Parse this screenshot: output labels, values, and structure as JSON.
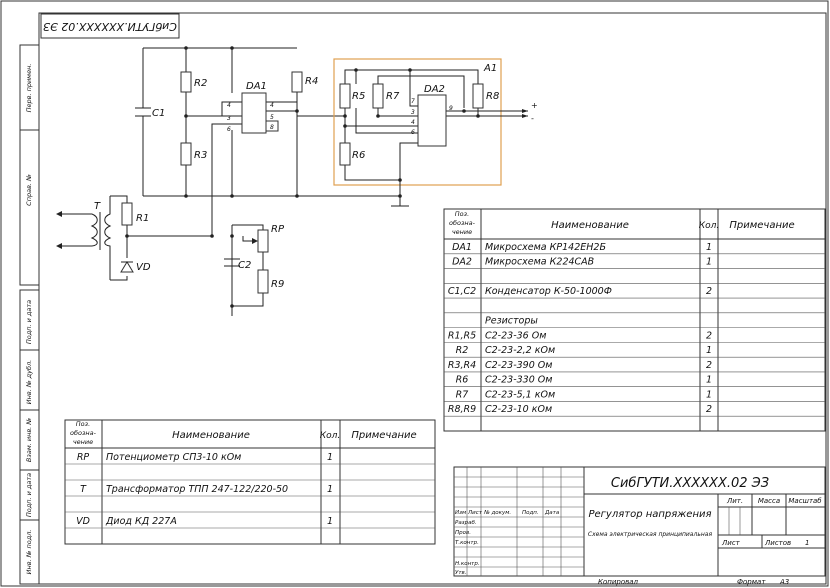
{
  "stamp": "СибГУТИ.ХХХХХХ.02 ЭЗ",
  "side_labels": [
    "Перв. примен.",
    "Справ. №",
    "Подп. и дата",
    "Инв. № дубл.",
    "Взам. инв. №",
    "Подп. и дата",
    "Инв. № подл."
  ],
  "circuit": {
    "labels": {
      "r1": "R1",
      "r2": "R2",
      "r3": "R3",
      "r4": "R4",
      "r5": "R5",
      "r6": "R6",
      "r7": "R7",
      "r8": "R8",
      "r9": "R9",
      "c1": "C1",
      "c2": "C2",
      "rp": "RP",
      "t": "T",
      "vd": "VD",
      "da1": "DA1",
      "da2": "DA2",
      "a1": "A1"
    },
    "pins": {
      "da1_in1": "4",
      "da1_in2": "3",
      "da1_in3": "6",
      "da1_out1": "4",
      "da1_out2": "5",
      "da1_out3": "8",
      "da2_in1": "7",
      "da2_in2": "3",
      "da2_in3": "4",
      "da2_in4": "6",
      "da2_out": "9",
      "out_plus": "+",
      "out_minus": "-"
    },
    "colors": {
      "module_frame": "#e0a050",
      "wire": "#222222"
    }
  },
  "table_right": {
    "headers": {
      "pos": [
        "Поз.",
        "обозна-",
        "чение"
      ],
      "name": "Наименование",
      "qty": "Кол.",
      "note": "Примечание"
    },
    "rows": [
      {
        "pos": "DA1",
        "name": "Микросхема КР142ЕН2Б",
        "qty": "1",
        "note": ""
      },
      {
        "pos": "DA2",
        "name": "Микросхема К224САВ",
        "qty": "1",
        "note": ""
      },
      {
        "pos": "",
        "name": "",
        "qty": "",
        "note": ""
      },
      {
        "pos": "С1,С2",
        "name": "Конденсатор К-50-1000Ф",
        "qty": "2",
        "note": ""
      },
      {
        "pos": "",
        "name": "",
        "qty": "",
        "note": ""
      },
      {
        "pos": "",
        "name": "Резисторы",
        "qty": "",
        "note": ""
      },
      {
        "pos": "R1,R5",
        "name": "С2-23-36 Ом",
        "qty": "2",
        "note": ""
      },
      {
        "pos": "R2",
        "name": "С2-23-2,2 кОм",
        "qty": "1",
        "note": ""
      },
      {
        "pos": "R3,R4",
        "name": "С2-23-390 Ом",
        "qty": "2",
        "note": ""
      },
      {
        "pos": "R6",
        "name": "С2-23-330 Ом",
        "qty": "1",
        "note": ""
      },
      {
        "pos": "R7",
        "name": "С2-23-5,1 кОм",
        "qty": "1",
        "note": ""
      },
      {
        "pos": "R8,R9",
        "name": "С2-23-10 кОм",
        "qty": "2",
        "note": ""
      },
      {
        "pos": "",
        "name": "",
        "qty": "",
        "note": ""
      }
    ]
  },
  "table_left": {
    "headers": {
      "pos": [
        "Поз.",
        "обозна-",
        "чение"
      ],
      "name": "Наименование",
      "qty": "Кол.",
      "note": "Примечание"
    },
    "rows": [
      {
        "pos": "RP",
        "name": "Потенциометр СП3-10 кОм",
        "qty": "1",
        "note": ""
      },
      {
        "pos": "",
        "name": "",
        "qty": "",
        "note": ""
      },
      {
        "pos": "T",
        "name": "Трансформатор ТПП 247-122/220-50",
        "qty": "1",
        "note": ""
      },
      {
        "pos": "",
        "name": "",
        "qty": "",
        "note": ""
      },
      {
        "pos": "VD",
        "name": "Диод КД 227А",
        "qty": "1",
        "note": ""
      },
      {
        "pos": "",
        "name": "",
        "qty": "",
        "note": ""
      }
    ]
  },
  "title_block": {
    "code": "СибГУТИ.ХХХХХХ.02 ЭЗ",
    "title": "Регулятор напряжения",
    "subtitle": "Схема электрическая принципиальная",
    "col_heads": [
      "Изм",
      "Лист",
      "№ докум.",
      "Подп.",
      "Дата"
    ],
    "row_labels": [
      "Разраб.",
      "Пров.",
      "Т.контр.",
      "",
      "Н.контр.",
      "Утв."
    ],
    "lit": "Лит.",
    "mass": "Масса",
    "scale": "Масштаб",
    "sheet": "Лист",
    "sheets": "Листов",
    "sheets_val": "1",
    "copied": "Копировал",
    "format": "Формат",
    "format_val": "А3"
  }
}
